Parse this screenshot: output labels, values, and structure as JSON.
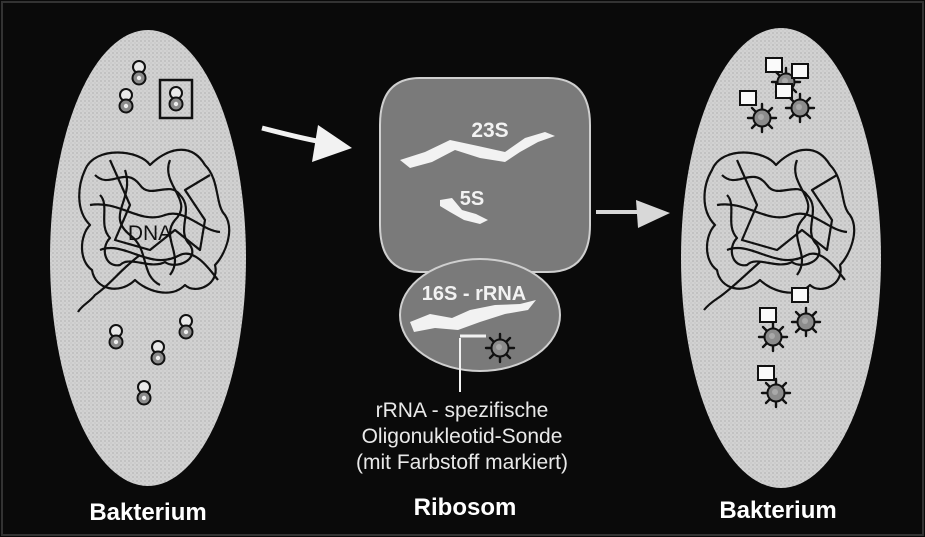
{
  "colors": {
    "background": "#0a0a0a",
    "cell": "#d4d4d4",
    "ribosome": "#7a7a7a",
    "rrna": "#f2f2f2",
    "text_light": "#ffffff",
    "probe_text": "#e9e9e9",
    "dye": "#8c8c8c"
  },
  "icons": [
    "ribosome-icon",
    "probe-icon",
    "arrow-right-icon",
    "dna-icon",
    "dye-icon"
  ],
  "left_cell": {
    "dna_label": "DNA",
    "caption": "Bakterium"
  },
  "ribosome": {
    "large_subunit_label": "23S",
    "small_5s_label": "5S",
    "small_subunit_label": "16S - rRNA",
    "caption": "Ribosom"
  },
  "probe": {
    "line1": "rRNA - spezifische",
    "line2": "Oligonukleotid-Sonde",
    "line3": "(mit Farbstoff markiert)"
  },
  "right_cell": {
    "caption": "Bakterium"
  }
}
